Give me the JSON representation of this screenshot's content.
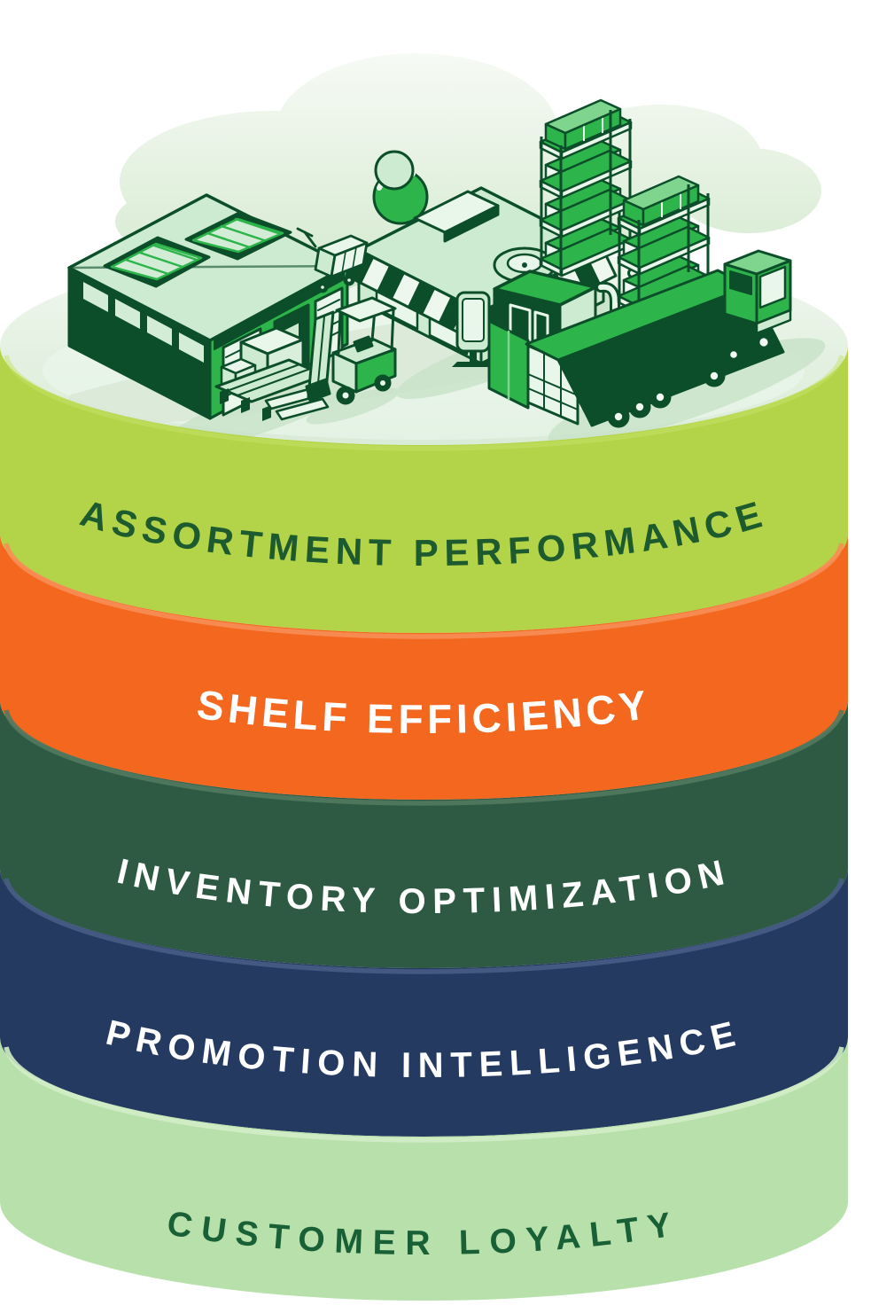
{
  "page": {
    "background": "#ffffff"
  },
  "diagram": {
    "type": "layered-cylinder-stack",
    "layers": [
      {
        "label": "ASSORTMENT PERFORMANCE",
        "band_color": "#b3d449",
        "text_color": "#1d5a2e",
        "rim_color": "#c6e169"
      },
      {
        "label": "SHELF EFFICIENCY",
        "band_color": "#f3671f",
        "text_color": "#ffffff",
        "rim_color": "#f78e55"
      },
      {
        "label": "INVENTORY OPTIMIZATION",
        "band_color": "#2e5a44",
        "text_color": "#ffffff",
        "rim_color": "#51795f"
      },
      {
        "label": "PROMOTION INTELLIGENCE",
        "band_color": "#253a61",
        "text_color": "#ffffff",
        "rim_color": "#475d85"
      },
      {
        "label": "CUSTOMER LOYALTY",
        "band_color": "#b7e0ab",
        "text_color": "#1a6036",
        "rim_color": "#d2edc6"
      }
    ],
    "top_face": {
      "color_top": "#f2f8f0",
      "color_bottom": "#d9ecd8"
    },
    "scene": {
      "description": "Isometric retail supply chain scene",
      "elements": [
        "clouds",
        "warehouse",
        "shopping-cart",
        "storefront-with-awning",
        "tree",
        "shelf-racks-with-boxes",
        "pallet-with-boxes",
        "forklift",
        "delivery-truck"
      ]
    },
    "palette": {
      "outline": "#0c4e2a",
      "bright_green": "#2db44a",
      "light_green": "#cdebd0",
      "pale_green": "#e9f6ea"
    }
  }
}
